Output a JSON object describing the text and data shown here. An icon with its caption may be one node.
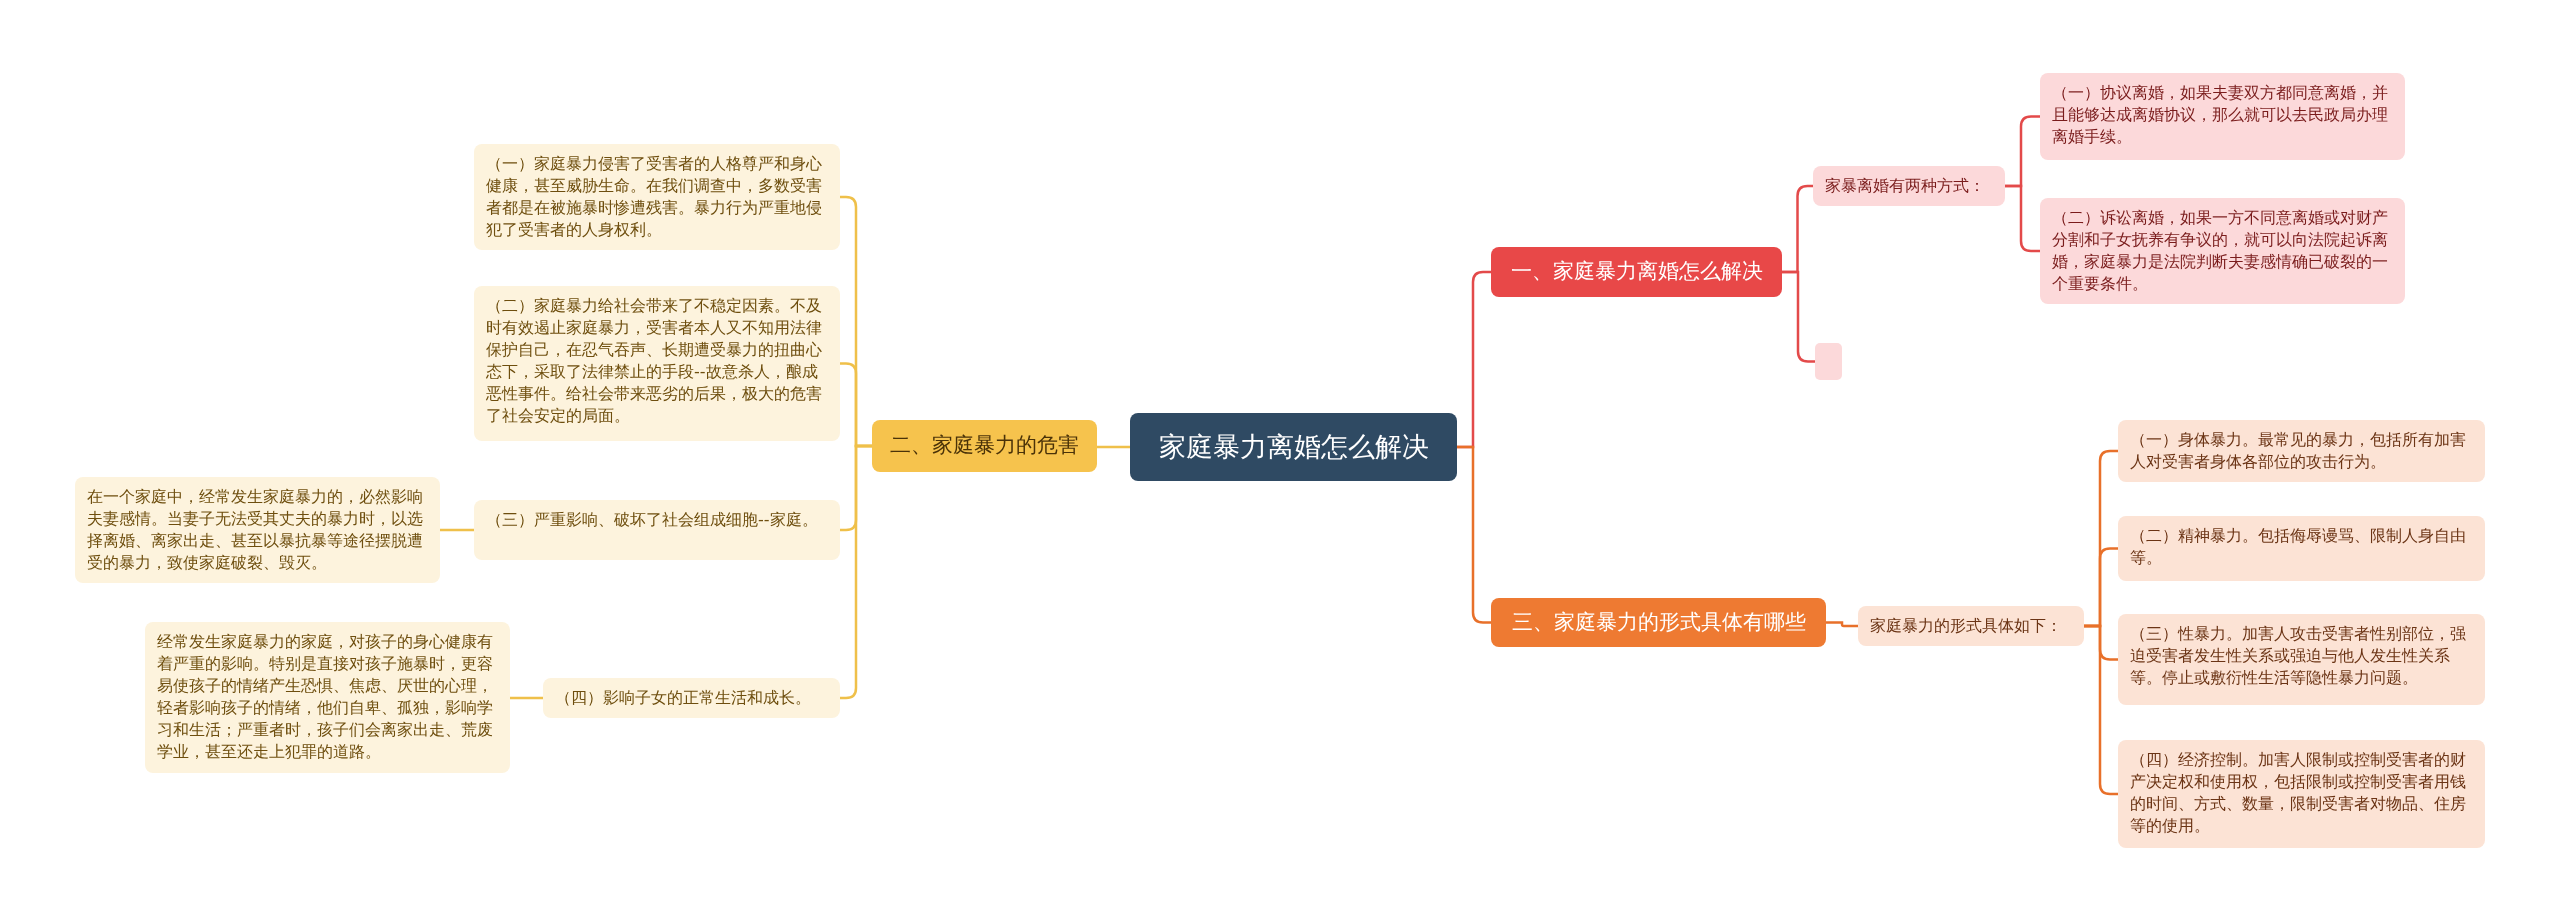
{
  "diagram": {
    "nodes": [
      {
        "text": [
          "家庭暴力离婚怎么解决"
        ]
      },
      {
        "text": [
          "一、家庭暴力离婚怎么解决"
        ]
      },
      {
        "text": [
          "家暴离婚有两种方式："
        ]
      },
      {
        "text": [
          "（一）协议离婚，如果夫妻双方都同意离婚，并且能够达成离婚协议，那么就可以去民政局办理离婚手续。"
        ]
      },
      {
        "text": [
          "（二）诉讼离婚，如果一方不同意离婚或对财产分割和子女抚养有争议的，就可以向法院起诉离婚，家庭暴力是法院判断夫妻感情确已破裂的一个重要条件。"
        ]
      },
      {
        "text": [],
        "shape": "box"
      },
      {
        "text": [
          "三、家庭暴力的形式具体有哪些"
        ]
      },
      {
        "text": [
          "家庭暴力的形式具体如下："
        ]
      },
      {
        "text": [
          "（一）身体暴力。最常见的暴力，包括所有加害人对受害者身体各部位的攻击行为。"
        ]
      },
      {
        "text": [
          "（二）精神暴力。包括侮辱谩骂、限制人身自由等。"
        ]
      },
      {
        "text": [
          "（三）性暴力。加害人攻击受害者性别部位，强迫受害者发生性关系或强迫与他人发生性关系等。停止或敷衍性生活等隐性暴力问题。"
        ]
      },
      {
        "text": [
          "（四）经济控制。加害人限制或控制受害者的财产决定权和使用权，包括限制或控制受害者用钱的时间、方式、数量，限制受害者对物品、住房等的使用。"
        ]
      },
      {
        "text": [
          "二、家庭暴力的危害"
        ]
      },
      {
        "text": [
          "（一）家庭暴力侵害了受害者的人格尊严和身心健康，甚至威胁生命。在我们调查中，多数受害者都是在被施暴时惨遭残害。暴力行为严重地侵犯了受害者的人身权利。"
        ]
      },
      {
        "text": [
          "（二）家庭暴力给社会带来了不稳定因素。不及时有效遏止家庭暴力，受害者本人又不知用法律保护自己，在忍气吞声、长期遭受暴力的扭曲心态下，采取了法律禁止的手段--故意杀人，酿成恶性事件。给社会带来恶劣的后果，极大的危害了社会安定的局面。"
        ]
      },
      {
        "text": [
          "（三）严重影响、破坏了社会组成细胞--家庭。"
        ]
      },
      {
        "text": [
          "在一个家庭中，经常发生家庭暴力的，必然影响夫妻感情。当妻子无法受其丈夫的暴力时，以选择离婚、离家出走、甚至以暴抗暴等途径摆脱遭受的暴力，致使家庭破裂、毁灭。"
        ]
      },
      {
        "text": [
          "（四）影响子女的正常生活和成长。"
        ]
      },
      {
        "text": [
          "经常发生家庭暴力的家庭，对孩子的身心健康有着严重的影响。特别是直接对孩子施暴时，更容易使孩子的情绪产生恐惧、焦虑、厌世的心理，轻者影响孩子的情绪，他们自卑、孤独，影响学习和生活；严重者时，孩子们会离家出走、荒废学业，甚至还走上犯罪的道路。"
        ]
      }
    ],
    "edges": [
      {
        "from": 0,
        "to": 1,
        "arrow": "none",
        "color": "#e34a4a"
      },
      {
        "from": 1,
        "to": 2,
        "arrow": "none",
        "color": "#e34a4a"
      },
      {
        "from": 2,
        "to": 3,
        "arrow": "none",
        "color": "#e34a4a"
      },
      {
        "from": 2,
        "to": 4,
        "arrow": "none",
        "color": "#e34a4a"
      },
      {
        "from": 1,
        "to": 5,
        "arrow": "none",
        "color": "#e34a4a"
      },
      {
        "from": 0,
        "to": 6,
        "arrow": "none",
        "color": "#e8702a"
      },
      {
        "from": 6,
        "to": 7,
        "arrow": "none",
        "color": "#e8702a"
      },
      {
        "from": 7,
        "to": 8,
        "arrow": "none",
        "color": "#e8702a"
      },
      {
        "from": 7,
        "to": 9,
        "arrow": "none",
        "color": "#e8702a"
      },
      {
        "from": 7,
        "to": 10,
        "arrow": "none",
        "color": "#e8702a"
      },
      {
        "from": 7,
        "to": 11,
        "arrow": "none",
        "color": "#e8702a"
      },
      {
        "from": 0,
        "to": 12,
        "arrow": "none"
      },
      {
        "from": 12,
        "to": 13,
        "arrow": "none"
      },
      {
        "from": 12,
        "to": 14,
        "arrow": "none"
      },
      {
        "from": 12,
        "to": 15,
        "arrow": "none"
      },
      {
        "from": 15,
        "to": 16,
        "arrow": "none"
      },
      {
        "from": 12,
        "to": 17,
        "arrow": "none"
      },
      {
        "from": 17,
        "to": 18,
        "arrow": "none"
      }
    ]
  }
}
